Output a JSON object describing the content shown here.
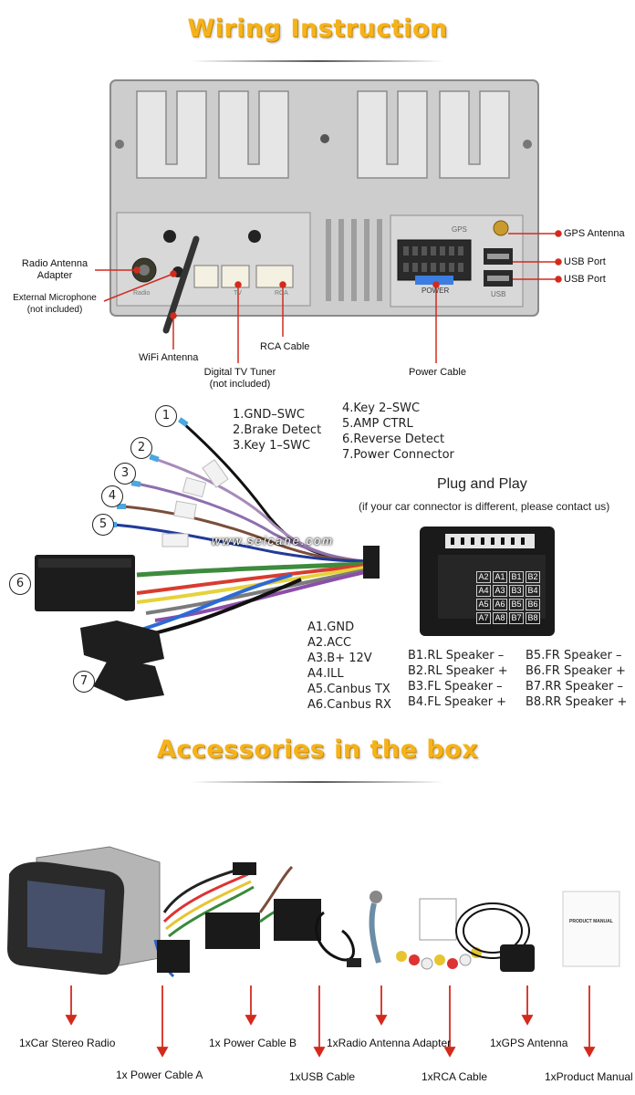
{
  "titles": {
    "wiring": "Wiring Instruction",
    "accessories": "Accessories in the box"
  },
  "back_panel_labels": {
    "gps_port_text": "GPS",
    "usb_port_text": "USB",
    "power_port_text": "POWER",
    "rca_port_text": "RCA",
    "tv_port_text": "TV",
    "radio_port_text": "Radio"
  },
  "callouts": {
    "radio_antenna": "Radio Antenna\nAdapter",
    "external_mic": "External Microphone\n(not included)",
    "wifi_antenna": "WiFi Antenna",
    "digital_tv": "Digital TV Tuner\n(not included)",
    "rca_cable": "RCA Cable",
    "power_cable": "Power Cable",
    "gps_antenna": "GPS Antenna",
    "usb_port_1": "USB Port",
    "usb_port_2": "USB Port"
  },
  "harness": {
    "numbers": [
      "1",
      "2",
      "3",
      "4",
      "5",
      "6",
      "7"
    ],
    "list_left": [
      "1.GND–SWC",
      "2.Brake Detect",
      "3.Key 1–SWC"
    ],
    "list_right": [
      "4.Key 2–SWC",
      "5.AMP CTRL",
      "6.Reverse Detect",
      "7.Power Connector"
    ],
    "watermark": "www.seicane.com"
  },
  "plug_and_play": {
    "title": "Plug and Play",
    "subtitle": "(if your car connector is different, please contact us)",
    "pin_grid": [
      "A2",
      "A1",
      "B1",
      "B2",
      "A4",
      "A3",
      "B3",
      "B4",
      "A5",
      "A6",
      "B5",
      "B6",
      "A7",
      "A8",
      "B7",
      "B8"
    ],
    "a_list": [
      "A1.GND",
      "A2.ACC",
      "A3.B+ 12V",
      "A4.ILL",
      "A5.Canbus TX",
      "A6.Canbus RX"
    ],
    "b_list": [
      "B1.RL Speaker –",
      "B2.RL Speaker +",
      "B3.FL Speaker –",
      "B4.FL Speaker +"
    ],
    "b_list2": [
      "B5.FR Speaker –",
      "B6.FR Speaker +",
      "B7.RR Speaker –",
      "B8.RR Speaker +"
    ]
  },
  "accessories": {
    "manual_text": "PRODUCT MANUAL",
    "items": [
      "1xCar Stereo Radio",
      "1x Power Cable A",
      "1x Power Cable B",
      "1xUSB Cable",
      "1xRadio Antenna Adapter",
      "1xRCA Cable",
      "1xGPS Antenna",
      "1xProduct Manual"
    ]
  },
  "colors": {
    "title_orange": "#f5b21b",
    "callout_red": "#d32a1e",
    "panel_gray": "#c9c9c9"
  }
}
